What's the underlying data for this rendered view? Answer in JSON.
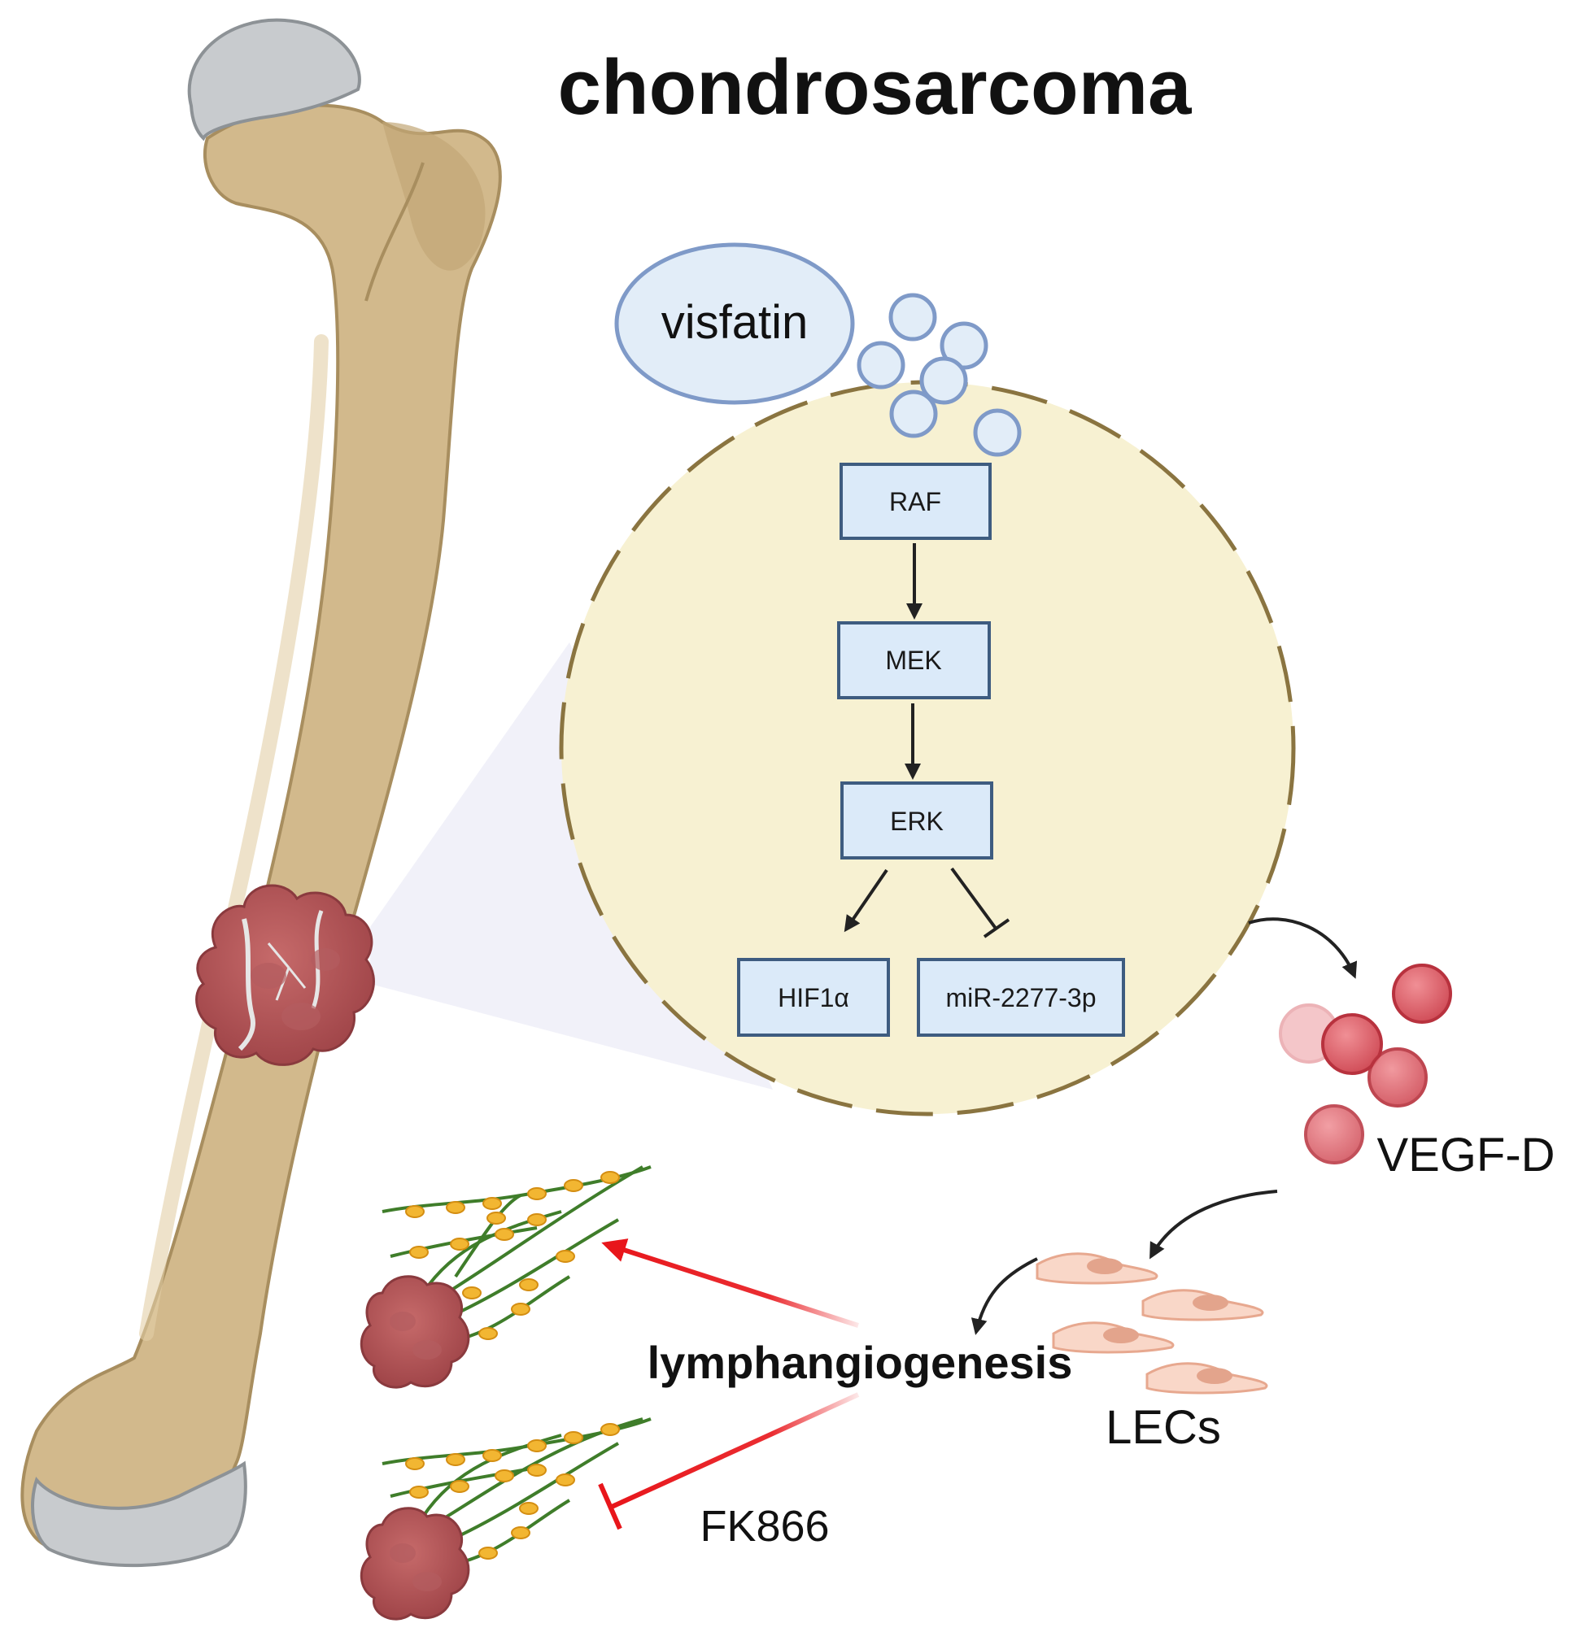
{
  "title": "chondrosarcoma",
  "ligand": {
    "label": "visfatin"
  },
  "pathway": {
    "raf": "RAF",
    "mek": "MEK",
    "erk": "ERK",
    "hif": "HIF1α",
    "mir": "miR-2277-3p"
  },
  "secreted": {
    "label": "VEGF-D"
  },
  "cells": {
    "label": "LECs"
  },
  "outcome": {
    "label": "lymphangiogenesis"
  },
  "inhibitor": {
    "label": "FK866"
  },
  "colors": {
    "bone": "#d2b98c",
    "cell": "#f7f1d2",
    "protein_box": "#dbeaf9",
    "vegf": "#d9535e",
    "promote_arrow": "#e8161b"
  }
}
